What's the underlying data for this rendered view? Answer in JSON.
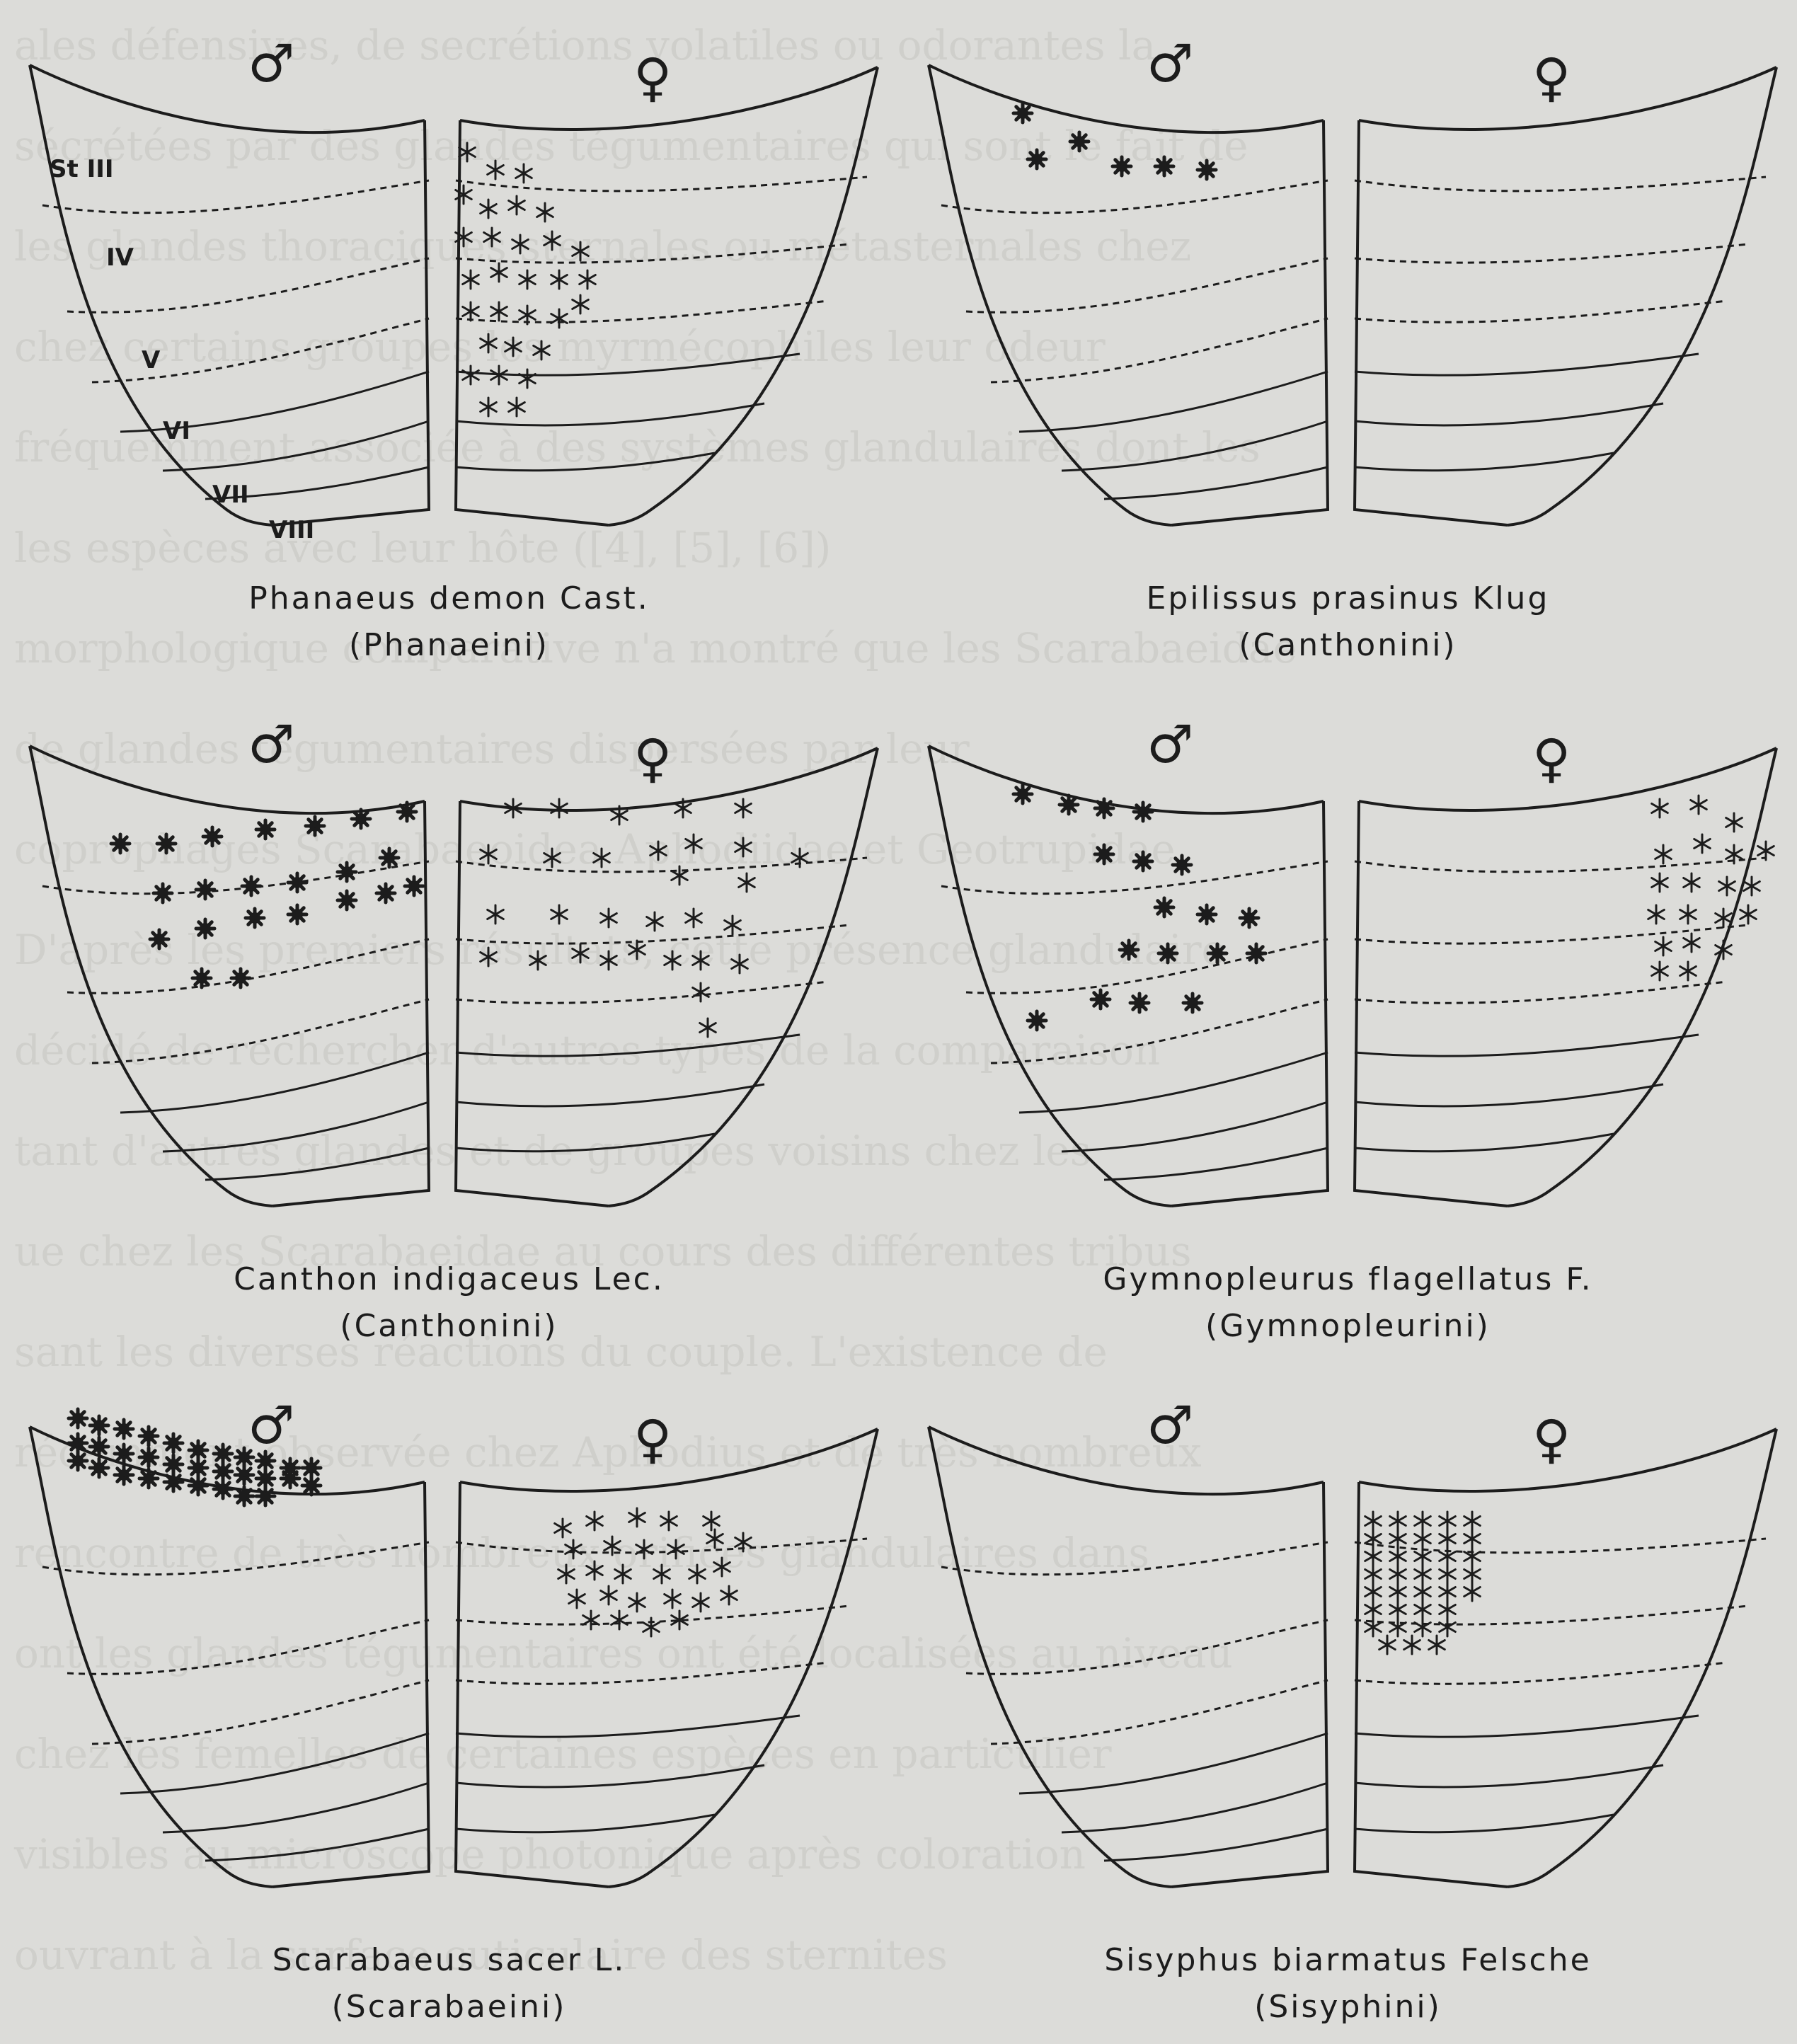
{
  "panels": [
    {
      "species": "Phanaeus demon Cast.",
      "tribe": "(Phanaeini)",
      "male_symbol": "♂",
      "female_symbol": "♀",
      "sternite_labels": [
        "St III",
        "IV",
        "V",
        "VI",
        "VII",
        "VIII"
      ],
      "glands": {
        "male": [],
        "female": [
          [
            660,
            215
          ],
          [
            700,
            240
          ],
          [
            740,
            245
          ],
          [
            655,
            275
          ],
          [
            690,
            295
          ],
          [
            730,
            290
          ],
          [
            770,
            300
          ],
          [
            655,
            335
          ],
          [
            695,
            335
          ],
          [
            735,
            345
          ],
          [
            780,
            340
          ],
          [
            820,
            355
          ],
          [
            665,
            395
          ],
          [
            705,
            385
          ],
          [
            745,
            395
          ],
          [
            790,
            395
          ],
          [
            830,
            395
          ],
          [
            665,
            440
          ],
          [
            705,
            440
          ],
          [
            745,
            445
          ],
          [
            790,
            450
          ],
          [
            820,
            430
          ],
          [
            690,
            485
          ],
          [
            725,
            490
          ],
          [
            765,
            495
          ],
          [
            665,
            530
          ],
          [
            705,
            530
          ],
          [
            745,
            535
          ],
          [
            690,
            575
          ],
          [
            730,
            575
          ]
        ]
      }
    },
    {
      "species": "Epilissus prasinus Klug",
      "tribe": "(Canthonini)",
      "male_symbol": "♂",
      "female_symbol": "♀",
      "sternite_labels": [],
      "glands": {
        "male": [
          [
            175,
            160
          ],
          [
            195,
            225
          ],
          [
            255,
            200
          ],
          [
            315,
            235
          ],
          [
            375,
            235
          ],
          [
            435,
            240
          ]
        ],
        "female": []
      }
    },
    {
      "species": "Canthon indigaceus Lec.",
      "tribe": "(Canthonini)",
      "male_symbol": "♂",
      "female_symbol": "♀",
      "sternite_labels": [],
      "glands": {
        "male": [
          [
            170,
            230
          ],
          [
            235,
            230
          ],
          [
            300,
            220
          ],
          [
            375,
            210
          ],
          [
            445,
            205
          ],
          [
            510,
            195
          ],
          [
            575,
            185
          ],
          [
            230,
            300
          ],
          [
            290,
            295
          ],
          [
            355,
            290
          ],
          [
            420,
            285
          ],
          [
            490,
            270
          ],
          [
            550,
            250
          ],
          [
            225,
            365
          ],
          [
            290,
            350
          ],
          [
            360,
            335
          ],
          [
            420,
            330
          ],
          [
            490,
            310
          ],
          [
            545,
            300
          ],
          [
            585,
            290
          ],
          [
            285,
            420
          ],
          [
            340,
            420
          ]
        ],
        "female": [
          [
            725,
            180
          ],
          [
            790,
            180
          ],
          [
            875,
            190
          ],
          [
            965,
            180
          ],
          [
            1050,
            180
          ],
          [
            690,
            245
          ],
          [
            780,
            250
          ],
          [
            850,
            250
          ],
          [
            930,
            240
          ],
          [
            980,
            230
          ],
          [
            1050,
            235
          ],
          [
            1130,
            250
          ],
          [
            960,
            275
          ],
          [
            1055,
            285
          ],
          [
            700,
            330
          ],
          [
            790,
            330
          ],
          [
            860,
            335
          ],
          [
            925,
            340
          ],
          [
            980,
            335
          ],
          [
            1035,
            345
          ],
          [
            690,
            390
          ],
          [
            760,
            395
          ],
          [
            820,
            385
          ],
          [
            860,
            395
          ],
          [
            900,
            380
          ],
          [
            950,
            395
          ],
          [
            990,
            395
          ],
          [
            1045,
            400
          ],
          [
            990,
            440
          ],
          [
            1000,
            490
          ]
        ]
      }
    },
    {
      "species": "Gymnopleurus flagellatus F.",
      "tribe": "(Gymnopleurini)",
      "male_symbol": "♂",
      "female_symbol": "♀",
      "sternite_labels": [],
      "glands": {
        "male": [
          [
            175,
            160
          ],
          [
            240,
            175
          ],
          [
            290,
            180
          ],
          [
            345,
            185
          ],
          [
            290,
            245
          ],
          [
            345,
            255
          ],
          [
            400,
            260
          ],
          [
            375,
            320
          ],
          [
            435,
            330
          ],
          [
            495,
            335
          ],
          [
            325,
            380
          ],
          [
            380,
            385
          ],
          [
            450,
            385
          ],
          [
            505,
            385
          ],
          [
            285,
            450
          ],
          [
            340,
            455
          ],
          [
            415,
            455
          ],
          [
            195,
            480
          ]
        ],
        "female": [
          [
            1075,
            180
          ],
          [
            1130,
            175
          ],
          [
            1180,
            200
          ],
          [
            1080,
            245
          ],
          [
            1135,
            230
          ],
          [
            1180,
            245
          ],
          [
            1225,
            240
          ],
          [
            1075,
            285
          ],
          [
            1120,
            285
          ],
          [
            1170,
            290
          ],
          [
            1205,
            290
          ],
          [
            1070,
            330
          ],
          [
            1115,
            330
          ],
          [
            1165,
            335
          ],
          [
            1200,
            330
          ],
          [
            1080,
            375
          ],
          [
            1120,
            370
          ],
          [
            1165,
            380
          ],
          [
            1075,
            410
          ],
          [
            1115,
            410
          ]
        ]
      }
    },
    {
      "species": "Scarabaeus sacer L.",
      "tribe": "(Scarabaeini)",
      "male_symbol": "♂",
      "female_symbol": "♀",
      "sternite_labels": [],
      "glands": {
        "male": [
          [
            110,
            80
          ],
          [
            140,
            90
          ],
          [
            175,
            95
          ],
          [
            210,
            105
          ],
          [
            245,
            115
          ],
          [
            280,
            125
          ],
          [
            315,
            130
          ],
          [
            345,
            135
          ],
          [
            375,
            140
          ],
          [
            410,
            150
          ],
          [
            110,
            115
          ],
          [
            140,
            120
          ],
          [
            175,
            130
          ],
          [
            210,
            135
          ],
          [
            245,
            145
          ],
          [
            280,
            150
          ],
          [
            315,
            155
          ],
          [
            345,
            160
          ],
          [
            375,
            165
          ],
          [
            410,
            165
          ],
          [
            440,
            175
          ],
          [
            140,
            150
          ],
          [
            175,
            160
          ],
          [
            210,
            165
          ],
          [
            245,
            170
          ],
          [
            280,
            175
          ],
          [
            315,
            180
          ],
          [
            345,
            190
          ],
          [
            375,
            190
          ],
          [
            110,
            140
          ],
          [
            440,
            150
          ]
        ],
        "female": [
          [
            795,
            235
          ],
          [
            840,
            225
          ],
          [
            900,
            220
          ],
          [
            945,
            225
          ],
          [
            1005,
            225
          ],
          [
            810,
            265
          ],
          [
            865,
            260
          ],
          [
            910,
            265
          ],
          [
            955,
            265
          ],
          [
            1010,
            250
          ],
          [
            1050,
            255
          ],
          [
            800,
            300
          ],
          [
            840,
            295
          ],
          [
            880,
            300
          ],
          [
            935,
            300
          ],
          [
            985,
            300
          ],
          [
            1020,
            290
          ],
          [
            815,
            335
          ],
          [
            860,
            330
          ],
          [
            900,
            340
          ],
          [
            950,
            335
          ],
          [
            990,
            340
          ],
          [
            1030,
            330
          ],
          [
            835,
            365
          ],
          [
            875,
            365
          ],
          [
            920,
            375
          ],
          [
            960,
            365
          ]
        ]
      }
    },
    {
      "species": "Sisyphus biarmatus Felsche",
      "tribe": "(Sisyphini)",
      "male_symbol": "♂",
      "female_symbol": "♀",
      "sternite_labels": [],
      "glands": {
        "male": [],
        "female": [
          [
            670,
            225
          ],
          [
            705,
            225
          ],
          [
            740,
            225
          ],
          [
            775,
            225
          ],
          [
            810,
            225
          ],
          [
            670,
            250
          ],
          [
            705,
            250
          ],
          [
            740,
            250
          ],
          [
            775,
            250
          ],
          [
            810,
            250
          ],
          [
            670,
            275
          ],
          [
            705,
            275
          ],
          [
            740,
            275
          ],
          [
            775,
            275
          ],
          [
            810,
            275
          ],
          [
            670,
            300
          ],
          [
            705,
            300
          ],
          [
            740,
            300
          ],
          [
            775,
            300
          ],
          [
            810,
            300
          ],
          [
            670,
            325
          ],
          [
            705,
            325
          ],
          [
            740,
            325
          ],
          [
            775,
            325
          ],
          [
            810,
            325
          ],
          [
            670,
            350
          ],
          [
            705,
            350
          ],
          [
            740,
            350
          ],
          [
            775,
            350
          ],
          [
            670,
            375
          ],
          [
            705,
            375
          ],
          [
            740,
            375
          ],
          [
            775,
            375
          ],
          [
            690,
            400
          ],
          [
            725,
            400
          ],
          [
            760,
            400
          ]
        ]
      }
    }
  ],
  "background_text": [
    "ales défensives, de secrétions volatiles ou odorantes la",
    "sécrétées par des glandes tégumentaires qui sont le fait de",
    "les glandes thoraciques sternales ou métasternales chez",
    "chez certains groupes les myrmécophiles leur odeur",
    "fréquemment associée à des systèmes glandulaires dont les",
    "les espèces avec leur hôte ([4], [5], [6])",
    "morphologique comparative n'a montré que les Scarabaeidae",
    "de glandes tégumentaires dispersées par leur",
    "coprophages Scarabaeoidea Aphodiidae et Geotrupidae",
    "D'après les premiers résultats, cette présence glandulaire",
    "décidé de rechercher d'autres types de la comparaison",
    "tant d'autres glandes et de groupes voisins chez les",
    "ue chez les Scarabaeidae au cours des différentes tribus",
    "sant les diverses réactions du couple. L'existence de",
    "récemment observée chez Aphodius et de très nombreux",
    "rencontre de très nombreux orifices glandulaires dans",
    "ont les glandes tégumentaires ont été localisées au niveau",
    "chez les femelles de certaines espèces en particulier",
    "visibles au microscope photonique après coloration",
    "ouvrant à la surface cuticulaire des sternites"
  ]
}
